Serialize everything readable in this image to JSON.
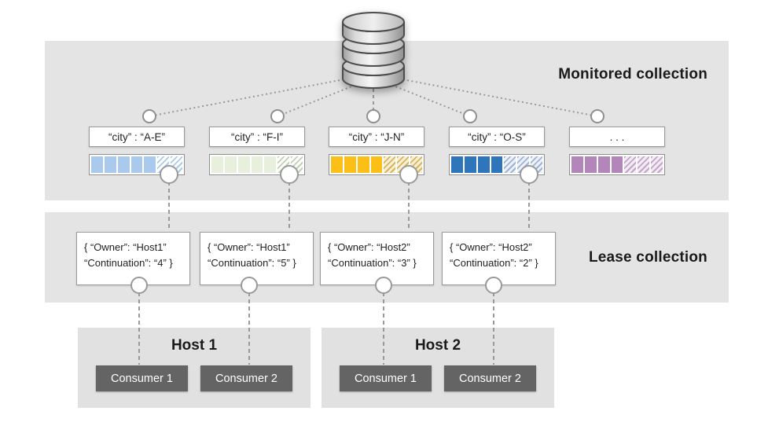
{
  "colors": {
    "band_bg": "#e4e4e4",
    "host_bg": "#e1e1e1",
    "consumer_bg": "#646464",
    "consumer_text": "#ffffff",
    "connector_line": "#999999",
    "box_border": "#9a9a9a"
  },
  "database": {
    "icon": "database-cylinder-icon"
  },
  "monitored": {
    "label": "Monitored collection",
    "partitions": [
      {
        "key": "“city” : “A-E”",
        "segments_total": 7,
        "segments_filled": 5,
        "color": "#a9c9ed",
        "hatch_color": "#a9c9ed",
        "hatch_bg": "#ffffff",
        "has_lease": true
      },
      {
        "key": "“city” : “F-I”",
        "segments_total": 7,
        "segments_filled": 5,
        "color": "#e6f0dc",
        "hatch_color": "#c2cfb4",
        "hatch_bg": "#ffffff",
        "has_lease": true
      },
      {
        "key": "“city” : “J-N”",
        "segments_total": 7,
        "segments_filled": 4,
        "color": "#fcbf17",
        "hatch_color": "#d8b657",
        "hatch_bg": "#f8efd8",
        "has_lease": true
      },
      {
        "key": "“city” : “O-S”",
        "segments_total": 7,
        "segments_filled": 4,
        "color": "#2e75bb",
        "hatch_color": "#9db3d8",
        "hatch_bg": "#eef1f7",
        "has_lease": true
      },
      {
        "key": ". . .",
        "segments_total": 7,
        "segments_filled": 4,
        "color": "#b286b8",
        "hatch_color": "#c3a3c8",
        "hatch_bg": "#f3ebf4",
        "has_lease": false
      }
    ]
  },
  "lease": {
    "label": "Lease collection",
    "documents": [
      {
        "line1": "{ “Owner”: “Host1”",
        "line2": "“Continuation”: “4” }"
      },
      {
        "line1": "{ “Owner”: “Host1”",
        "line2": "“Continuation”: “5” }"
      },
      {
        "line1": "{ “Owner”: “Host2”",
        "line2": "“Continuation”: “3” }"
      },
      {
        "line1": "{ “Owner”: “Host2”",
        "line2": "“Continuation”: “2” }"
      }
    ]
  },
  "hosts": [
    {
      "label": "Host 1",
      "consumers": [
        "Consumer 1",
        "Consumer 2"
      ]
    },
    {
      "label": "Host 2",
      "consumers": [
        "Consumer 1",
        "Consumer 2"
      ]
    }
  ]
}
